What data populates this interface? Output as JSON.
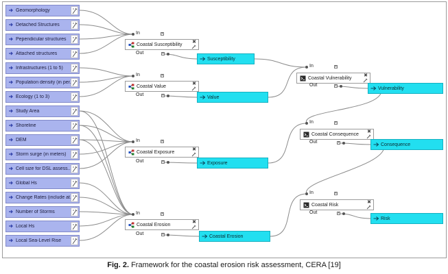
{
  "inputs": [
    {
      "label": "Geomorphology"
    },
    {
      "label": "Detached Structures"
    },
    {
      "label": "Pependicular structures"
    },
    {
      "label": "Attached structures"
    },
    {
      "label": "Infrastructures (1 to 5)"
    },
    {
      "label": "Population density (in per..."
    },
    {
      "label": "Ecology (1 to 3)"
    },
    {
      "label": "Study Area"
    },
    {
      "label": "Shoreline"
    },
    {
      "label": "DEM"
    },
    {
      "label": "Storm surge (in meters)"
    },
    {
      "label": "Cell size for DSL assess..."
    },
    {
      "label": "Global Hs"
    },
    {
      "label": "Change Rates (include at..."
    },
    {
      "label": "Number of Storms"
    },
    {
      "label": "Local Hs"
    },
    {
      "label": "Local Sea-Level Rise"
    }
  ],
  "tools": [
    {
      "label": "Coastal Susceptibility",
      "in_label": "In",
      "out_label": "Out",
      "output": "Susceptibility",
      "icon": "model-tool-icon"
    },
    {
      "label": "Coastal Value",
      "in_label": "In",
      "out_label": "Out",
      "output": "Value",
      "icon": "model-tool-icon"
    },
    {
      "label": "Coastal Exposure",
      "in_label": "In",
      "out_label": "Out",
      "output": "Exposure",
      "icon": "model-tool-icon"
    },
    {
      "label": "Coastal Erosion",
      "in_label": "In",
      "out_label": "Out",
      "output": "Coastal Erosion",
      "icon": "model-tool-icon"
    },
    {
      "label": "Coastal Vulnerability",
      "in_label": "In",
      "out_label": "Out",
      "output": "Vulnerability",
      "icon": "script-tool-icon"
    },
    {
      "label": "Coastal Consequence",
      "in_label": "In",
      "out_label": "Out",
      "output": "Consequence",
      "icon": "script-tool-icon"
    },
    {
      "label": "Coastal Risk",
      "in_label": "In",
      "out_label": "Out",
      "output": "Risk",
      "icon": "script-tool-icon"
    }
  ],
  "port_glyph": "x",
  "caption": {
    "prefix": "Fig. 2.",
    "text": "Framework for the coastal erosion risk assessment, CERA [19]"
  },
  "colors": {
    "input_fill": "#aab4ee",
    "output_fill": "#22dff0",
    "wire": "#8a8a8a"
  }
}
